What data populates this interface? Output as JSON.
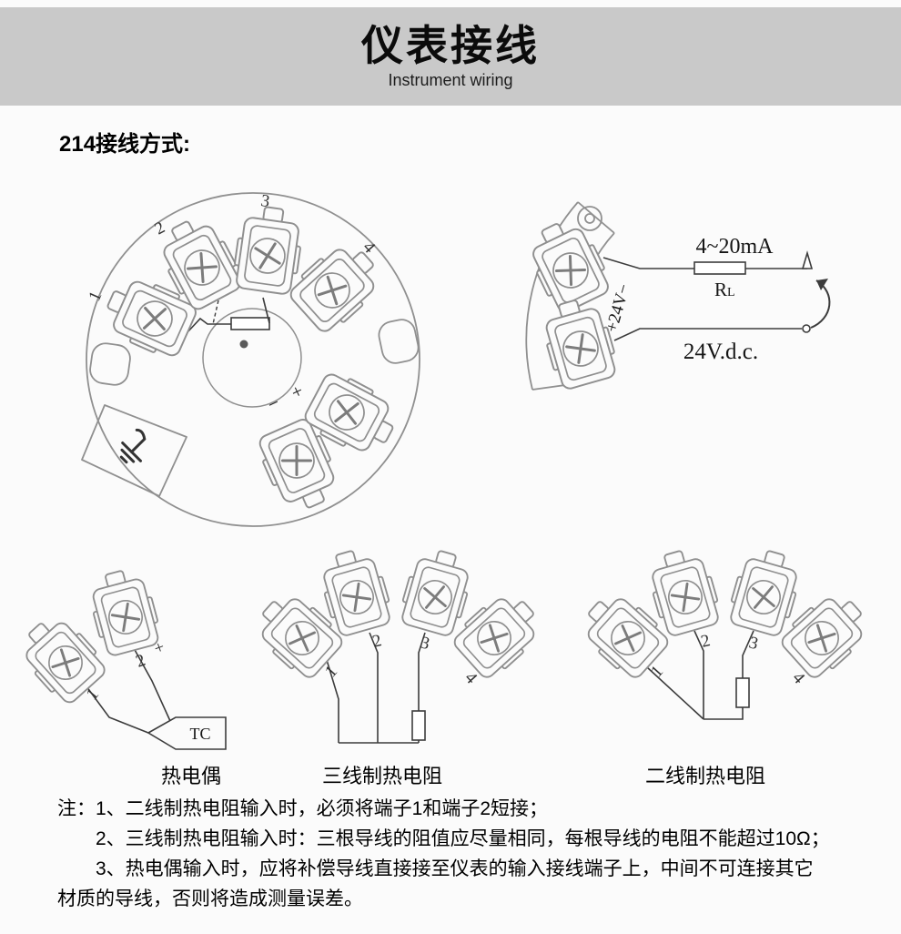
{
  "header": {
    "title": "仪表接线",
    "subtitle": "Instrument wiring"
  },
  "section": {
    "title": "214接线方式:"
  },
  "head_diagram": {
    "ground_icon": "earth-ground",
    "terminals": {
      "t1": "1",
      "t2": "2",
      "t3": "3",
      "t4": "4"
    },
    "polarity": {
      "minus": "−",
      "plus": "+"
    },
    "junction": {
      "minus": "−",
      "plus": "+"
    }
  },
  "loop_diagram": {
    "supply": "+24V−",
    "range": "4~20mA",
    "load_r": "R",
    "load_sub": "L",
    "dc": "24V.d.c."
  },
  "examples": {
    "tc": {
      "caption": "热电偶",
      "labels": {
        "t1": "1",
        "t2": "2",
        "plus": "+"
      },
      "device": "TC"
    },
    "rtd3": {
      "caption": "三线制热电阻",
      "labels": {
        "t1": "1",
        "t2": "2",
        "t3": "3",
        "t4": "4"
      }
    },
    "rtd2": {
      "caption": "二线制热电阻",
      "labels": {
        "t1": "1",
        "t2": "2",
        "t3": "3",
        "t4": "4"
      }
    }
  },
  "notes": {
    "lines": [
      "注：1、二线制热电阻输入时，必须将端子1和端子2短接；",
      "2、三线制热电阻输入时：三根导线的阻值应尽量相同，每根导线的电阻不能超过10Ω；",
      "3、热电偶输入时，应将补偿导线直接接至仪表的输入接线端子上，中间不可连接其它",
      "材质的导线，否则将造成测量误差。"
    ]
  }
}
